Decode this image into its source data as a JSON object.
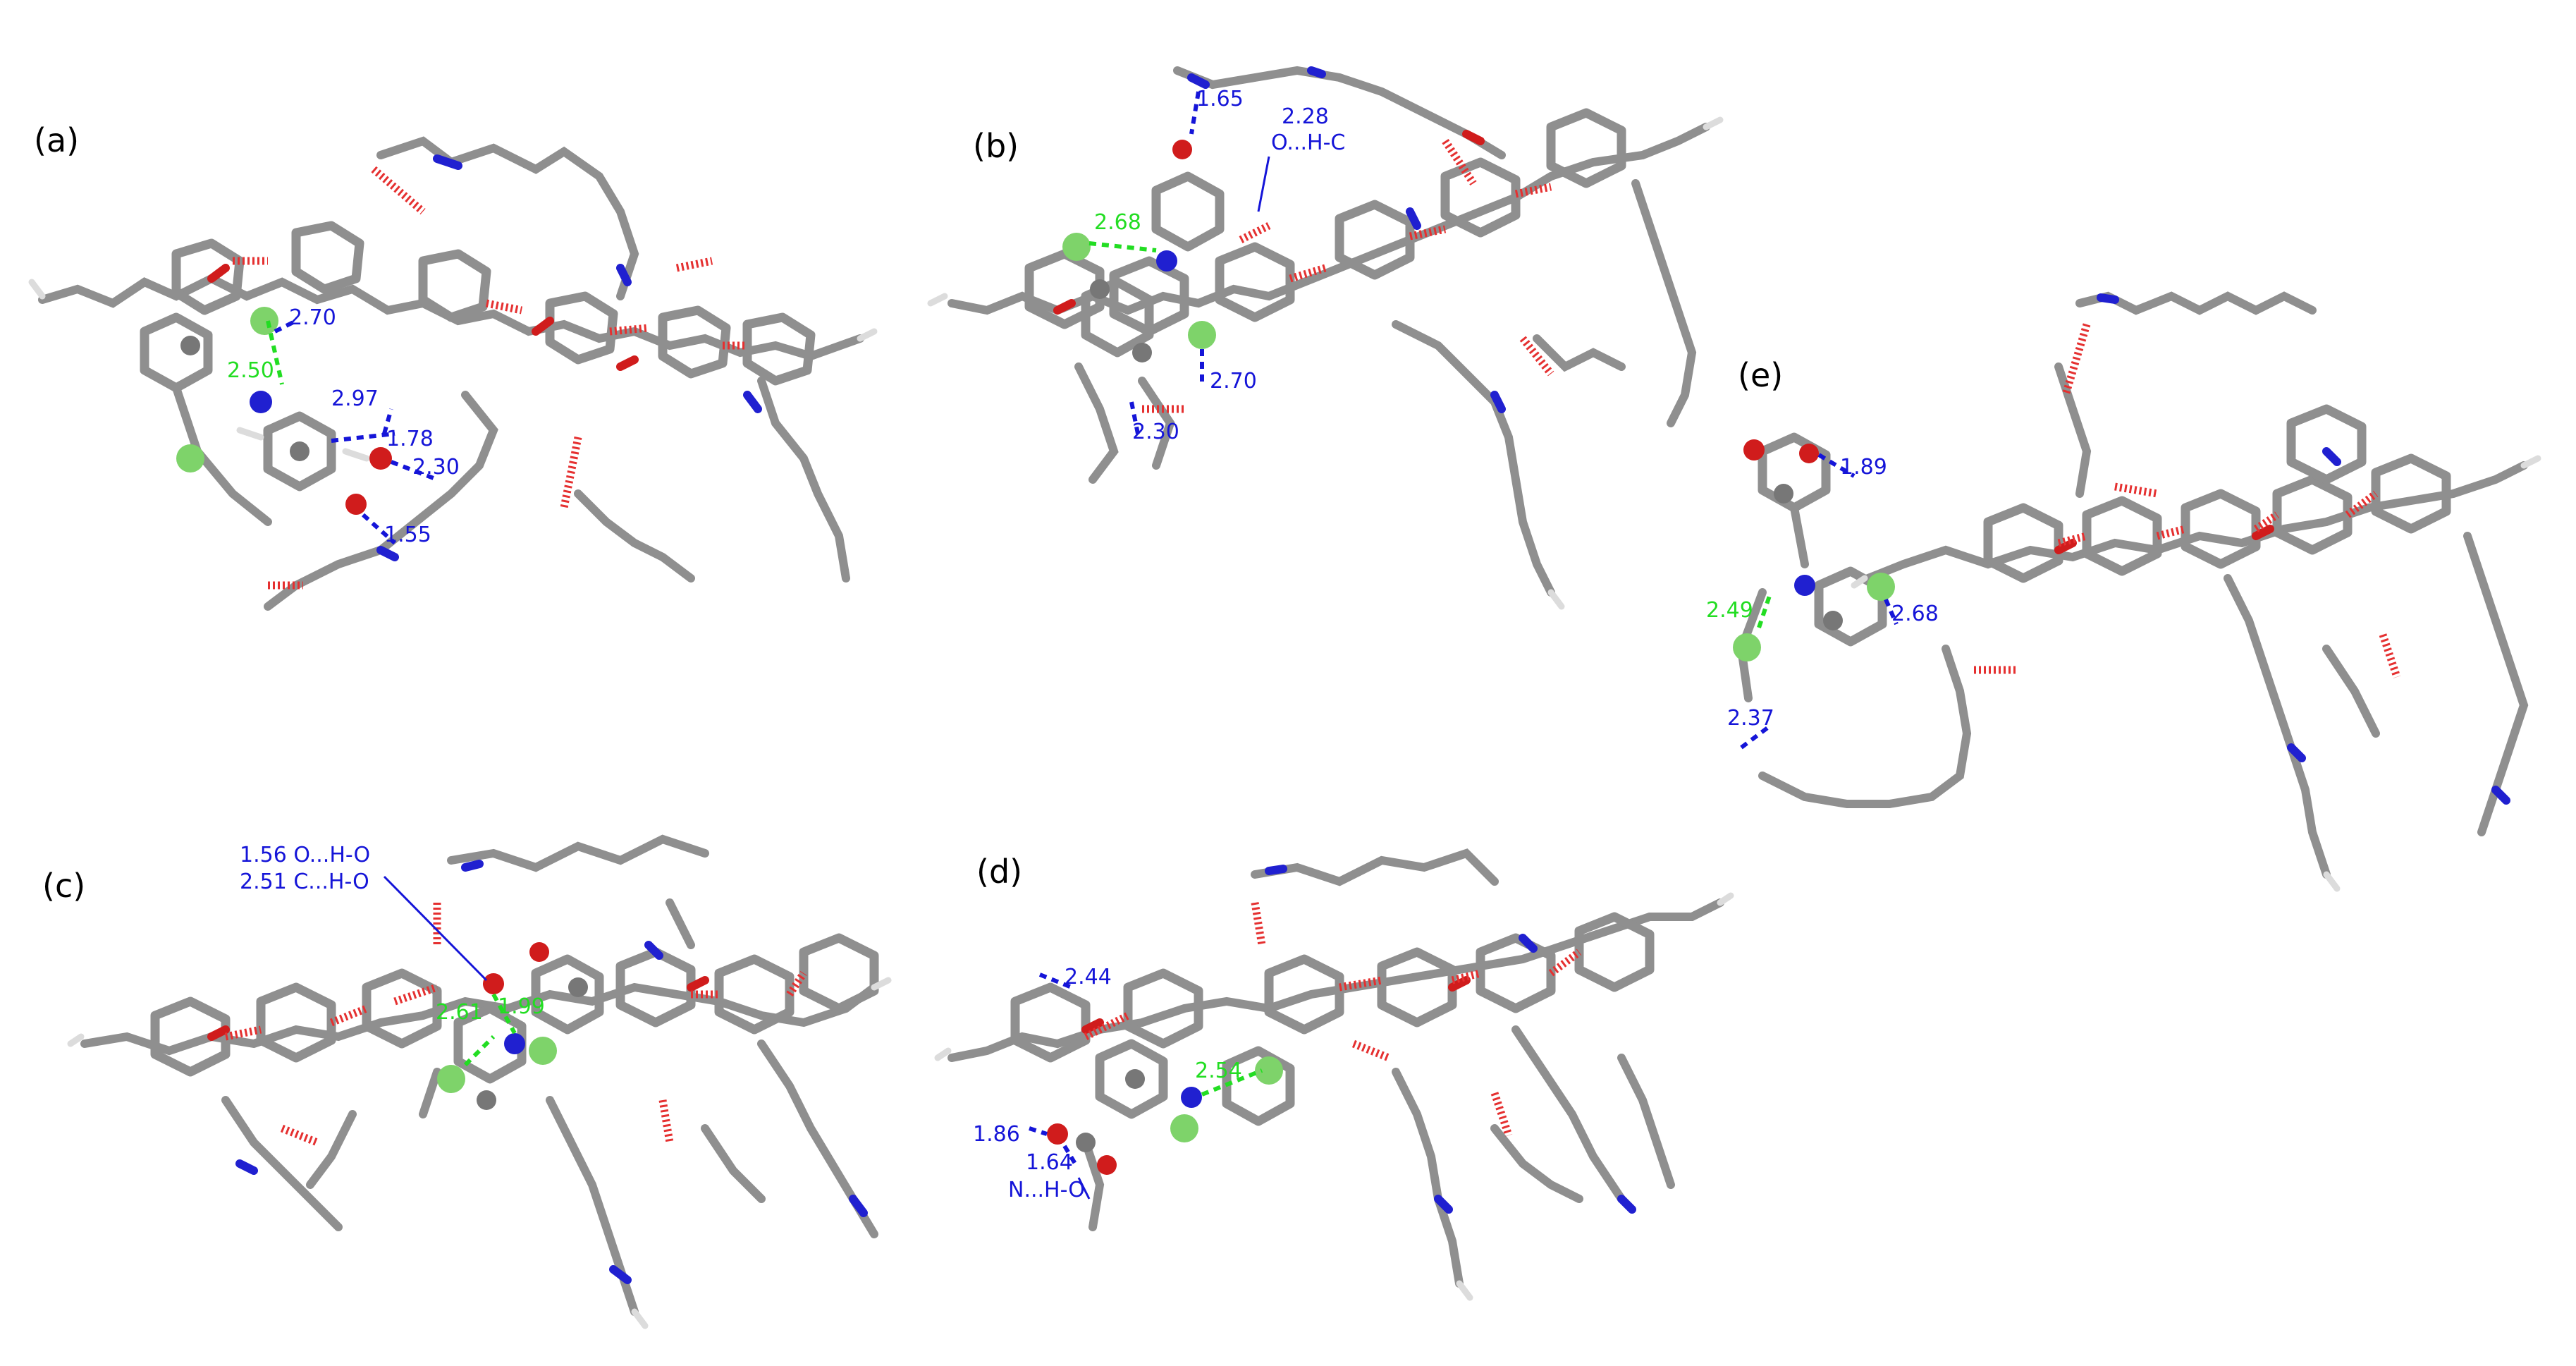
{
  "colors": {
    "carbon": "#8f8f8f",
    "hydrogen": "#dcdcdc",
    "nitrogen": "#2020d0",
    "oxygen": "#d01c1c",
    "chlorine": "#7ed36a",
    "intramolecular_hbond": "#e53030",
    "halogen_contact": "#22dd22",
    "hbond_label": "#1515d8"
  },
  "panels": [
    {
      "id": "a",
      "label": "(a)",
      "distances": [
        {
          "text": "2.70",
          "kind": "blue"
        },
        {
          "text": "2.50",
          "kind": "green"
        },
        {
          "text": "2.97",
          "kind": "blue"
        },
        {
          "text": "1.78",
          "kind": "blue"
        },
        {
          "text": "2.30",
          "kind": "blue"
        },
        {
          "text": "1.55",
          "kind": "blue"
        }
      ]
    },
    {
      "id": "b",
      "label": "(b)",
      "distances": [
        {
          "text": "1.65",
          "kind": "blue"
        },
        {
          "text": "2.28",
          "kind": "blue"
        },
        {
          "text": "O...H-C",
          "kind": "blue"
        },
        {
          "text": "2.68",
          "kind": "green"
        },
        {
          "text": "2.70",
          "kind": "blue"
        },
        {
          "text": "2.30",
          "kind": "blue"
        }
      ]
    },
    {
      "id": "c",
      "label": "(c)",
      "distances": [
        {
          "text": "1.56 O...H-O",
          "kind": "blue"
        },
        {
          "text": "2.51 C...H-O",
          "kind": "blue"
        },
        {
          "text": "2.61",
          "kind": "green"
        },
        {
          "text": "1.99",
          "kind": "green"
        }
      ]
    },
    {
      "id": "d",
      "label": "(d)",
      "distances": [
        {
          "text": "2.44",
          "kind": "blue"
        },
        {
          "text": "2.54",
          "kind": "green"
        },
        {
          "text": "1.86",
          "kind": "blue"
        },
        {
          "text": "1.64",
          "kind": "blue"
        },
        {
          "text": "N...H-O",
          "kind": "blue"
        }
      ]
    },
    {
      "id": "e",
      "label": "(e)",
      "distances": [
        {
          "text": "1.89",
          "kind": "blue"
        },
        {
          "text": "2.49",
          "kind": "green"
        },
        {
          "text": "2.68",
          "kind": "blue"
        },
        {
          "text": "2.37",
          "kind": "blue"
        }
      ]
    }
  ]
}
